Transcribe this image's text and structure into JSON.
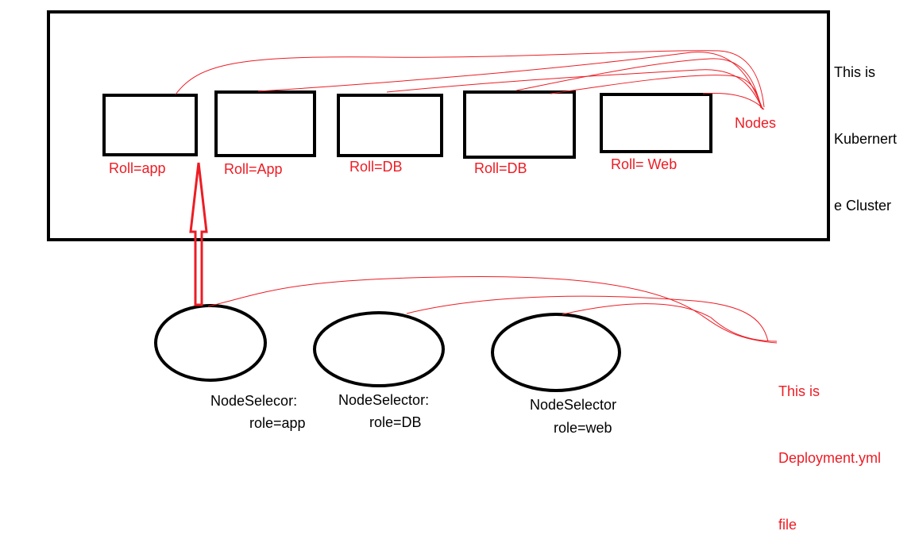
{
  "colors": {
    "annotation": "#ed1c24",
    "outline": "#000000",
    "background": "#ffffff"
  },
  "cluster": {
    "label_line1": "This is",
    "label_line2": "Kubernert",
    "label_line3": "e Cluster"
  },
  "nodes": {
    "label": "Nodes",
    "items": [
      {
        "roll": "Roll=app"
      },
      {
        "roll": "Roll=App"
      },
      {
        "roll": "Roll=DB"
      },
      {
        "roll": "Roll=DB"
      },
      {
        "roll": "Roll= Web"
      }
    ]
  },
  "deployment": {
    "label_line1": "This is",
    "label_line2": "Deployment.yml",
    "label_line3": "file",
    "pods": [
      {
        "selector_line1": "NodeSelecor:",
        "selector_line2": "role=app"
      },
      {
        "selector_line1": "NodeSelector:",
        "selector_line2": "role=DB"
      },
      {
        "selector_line1": "NodeSelector",
        "selector_line2": "role=web"
      }
    ]
  },
  "arrow": {
    "from": "pod-1",
    "to": "node-1"
  }
}
